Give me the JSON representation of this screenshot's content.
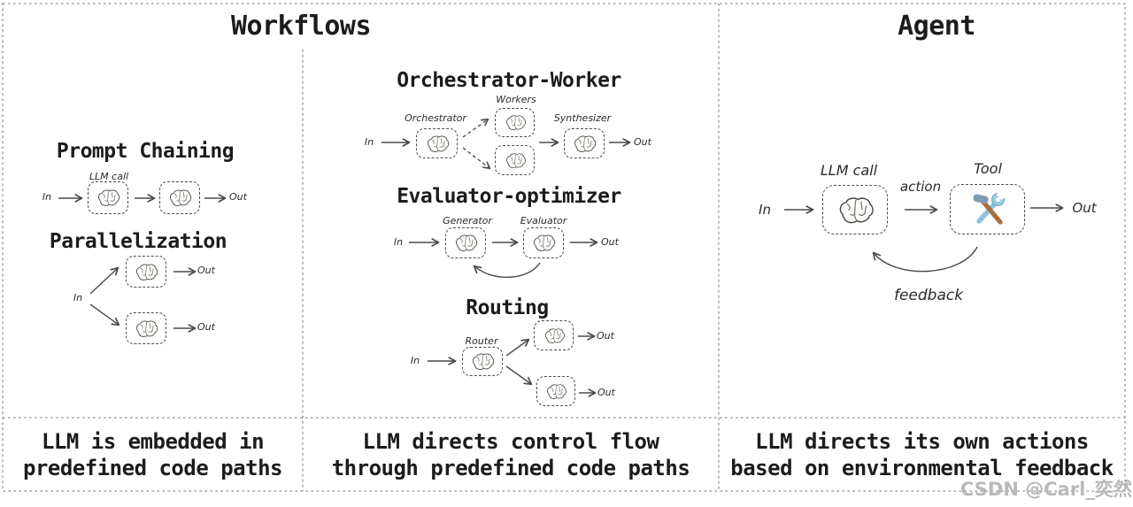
{
  "workflows": {
    "title": "Workflows",
    "prompt_chaining": {
      "title": "Prompt Chaining",
      "in": "In",
      "llm_call": "LLM call",
      "out": "Out"
    },
    "parallelization": {
      "title": "Parallelization",
      "in": "In",
      "out_top": "Out",
      "out_bottom": "Out"
    },
    "orchestrator_worker": {
      "title": "Orchestrator-Worker",
      "in": "In",
      "orchestrator": "Orchestrator",
      "workers": "Workers",
      "synthesizer": "Synthesizer",
      "out": "Out"
    },
    "evaluator_optimizer": {
      "title": "Evaluator-optimizer",
      "in": "In",
      "generator": "Generator",
      "evaluator": "Evaluator",
      "out": "Out"
    },
    "routing": {
      "title": "Routing",
      "in": "In",
      "router": "Router",
      "out_top": "Out",
      "out_bottom": "Out"
    },
    "caption_prompt": {
      "line1": "LLM is embedded in",
      "line2": "predefined code paths"
    },
    "caption_flow": {
      "line1": "LLM directs control flow",
      "line2": "through predefined code paths"
    }
  },
  "agent": {
    "title": "Agent",
    "in": "In",
    "llm_call": "LLM call",
    "action": "action",
    "tool": "Tool",
    "out": "Out",
    "feedback": "feedback",
    "caption": {
      "line1": "LLM directs its own actions",
      "line2": "based on environmental feedback"
    }
  },
  "watermark": "CSDN @Carl_奕然",
  "icons": {
    "brain": "brain-icon",
    "tool": "hammer-wrench-icon"
  },
  "colors": {
    "ink": "#1c1c1c",
    "panel_border": "#8f8f8f",
    "box_border": "#4d4d4d",
    "arrow": "#4a4a4a",
    "watermark": "#b9b9b9",
    "wrench_blue": "#8fc1dd",
    "hammer_brown": "#a96e3e"
  }
}
